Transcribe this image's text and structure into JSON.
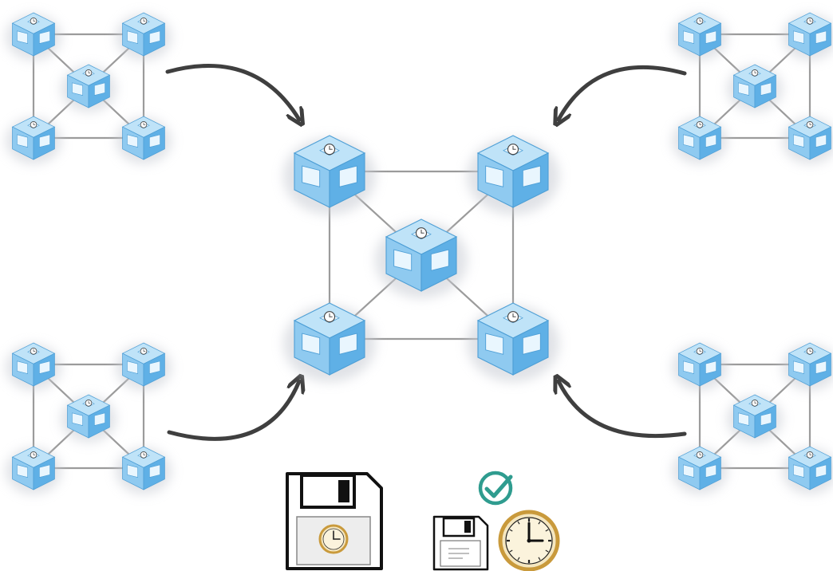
{
  "diagram": {
    "colors": {
      "background": "#ffffff",
      "cube_top": "#bfe3f8",
      "cube_left": "#8fcaf0",
      "cube_right": "#5fb0e6",
      "cube_window": "#e9f6fe",
      "cube_edge": "#4e9fd6",
      "glow": "#c7cbd3",
      "connector": "#9b9b9b",
      "arrow": "#3f3f3f",
      "disk_outline": "#111111",
      "disk_label": "#ededed",
      "clock_face": "#f5e7c0",
      "clock_rim": "#c99a3c",
      "check": "#2f9c8f"
    },
    "clusters": [
      {
        "id": "center",
        "role": "combined-network",
        "nodes": 5
      },
      {
        "id": "top-left",
        "role": "source-network",
        "nodes": 5
      },
      {
        "id": "top-right",
        "role": "source-network",
        "nodes": 5
      },
      {
        "id": "bottom-left",
        "role": "source-network",
        "nodes": 5
      },
      {
        "id": "bottom-right",
        "role": "source-network",
        "nodes": 5
      }
    ],
    "node_icon": "clock-icon",
    "arrows": [
      {
        "from": "top-left",
        "to": "center",
        "icon": "curved-arrow-icon"
      },
      {
        "from": "top-right",
        "to": "center",
        "icon": "curved-arrow-icon"
      },
      {
        "from": "bottom-left",
        "to": "center",
        "icon": "curved-arrow-icon"
      },
      {
        "from": "bottom-right",
        "to": "center",
        "icon": "curved-arrow-icon"
      }
    ],
    "legend": [
      {
        "id": "floppy-clock",
        "icons": [
          "floppy-disk-icon",
          "clock-icon"
        ]
      },
      {
        "id": "floppy-check-clock",
        "icons": [
          "floppy-disk-icon",
          "checkmark-icon",
          "clock-icon"
        ]
      }
    ]
  }
}
